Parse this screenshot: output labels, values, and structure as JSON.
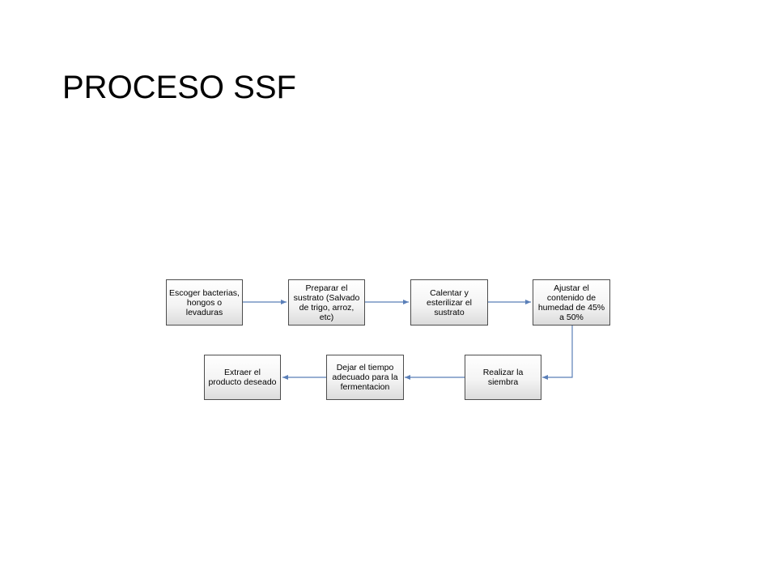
{
  "slide": {
    "title": "PROCESO SSF"
  },
  "flowchart": {
    "steps": [
      {
        "id": "s1",
        "label": "Escoger bacterias, hongos o levaduras"
      },
      {
        "id": "s2",
        "label": "Preparar el sustrato (Salvado de trigo, arroz, etc)"
      },
      {
        "id": "s3",
        "label": "Calentar y esterilizar el sustrato"
      },
      {
        "id": "s4",
        "label": "Ajustar el contenido de humedad de 45% a 50%"
      },
      {
        "id": "s5",
        "label": "Realizar la siembra"
      },
      {
        "id": "s6",
        "label": "Dejar el tiempo adecuado para la fermentacion"
      },
      {
        "id": "s7",
        "label": "Extraer el producto deseado"
      }
    ],
    "colors": {
      "box_border": "#4d4d4d",
      "arrow": "#5a7fb8"
    }
  }
}
